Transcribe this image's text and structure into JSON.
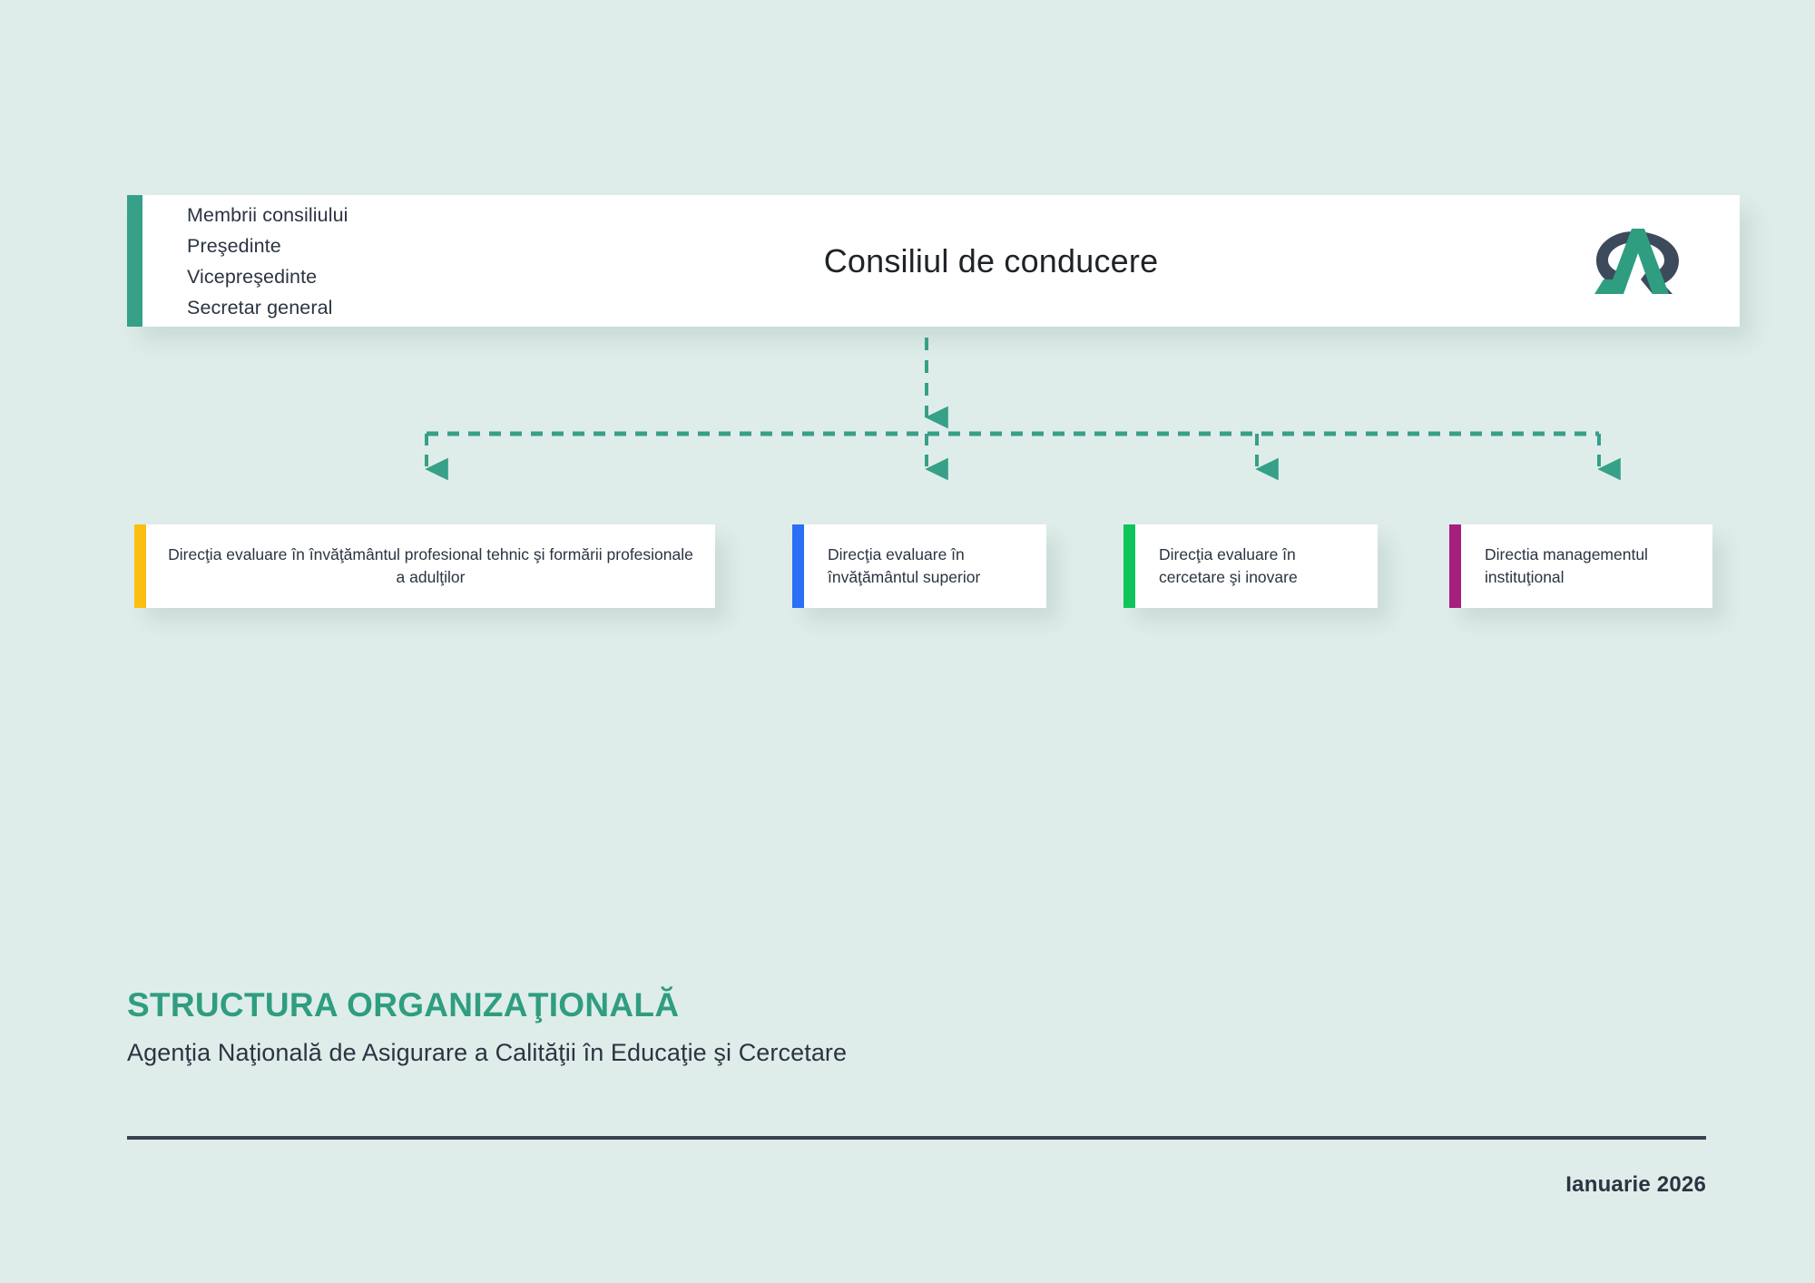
{
  "background_color": "#dfedea",
  "header": {
    "accent_color": "#36a088",
    "title": "Consiliul de conducere",
    "council_members": [
      "Membrii consiliului",
      "Preşedinte",
      "Vicepreşedinte",
      "Secretar general"
    ],
    "logo": {
      "name": "anacec-logo",
      "primary_color": "#2f9d80",
      "secondary_color": "#3d4a5c"
    }
  },
  "connector": {
    "color": "#36a088",
    "style": "dashed"
  },
  "departments": [
    {
      "label": "Direcţia evaluare în învăţământul profesional tehnic şi formării profesionale a adulţilor",
      "accent_color": "#febe10"
    },
    {
      "label": "Direcţia evaluare în învăţământul superior",
      "accent_color": "#2a6ff5"
    },
    {
      "label": "Direcţia evaluare în cercetare şi inovare",
      "accent_color": "#10c45c"
    },
    {
      "label": "Directia managementul instituţional",
      "accent_color": "#a61f7e"
    }
  ],
  "footer": {
    "heading": "STRUCTURA ORGANIZAŢIONALĂ",
    "subtitle": "Agenţia Naţională de Asigurare a Calităţii în Educaţie şi Cercetare",
    "date": "Ianuarie 2026",
    "heading_color": "#2f9d80",
    "rule_color": "#39434f"
  }
}
